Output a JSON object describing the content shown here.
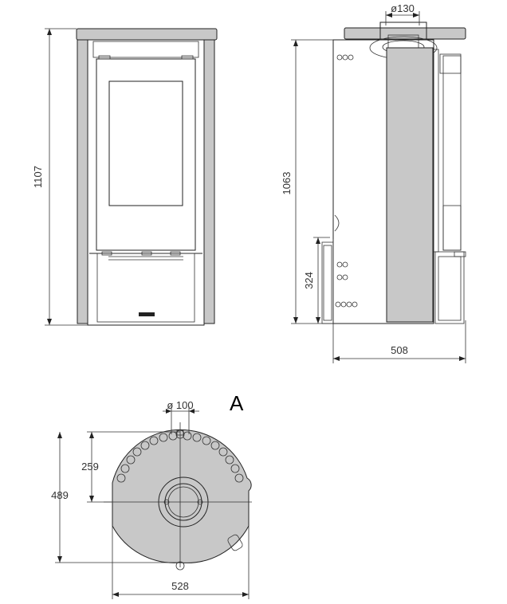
{
  "front_view": {
    "height_label": "1107"
  },
  "side_view": {
    "flue_diameter_label": "ø130",
    "height_label": "1063",
    "inlet_height_label": "324",
    "depth_label": "508"
  },
  "top_view": {
    "section_label": "A",
    "inlet_diameter_label": "ø 100",
    "inlet_offset_label": "259",
    "depth_label": "489",
    "width_label": "528"
  },
  "colors": {
    "body_fill": "#c8c8c8",
    "line": "#222222",
    "background": "#ffffff"
  }
}
